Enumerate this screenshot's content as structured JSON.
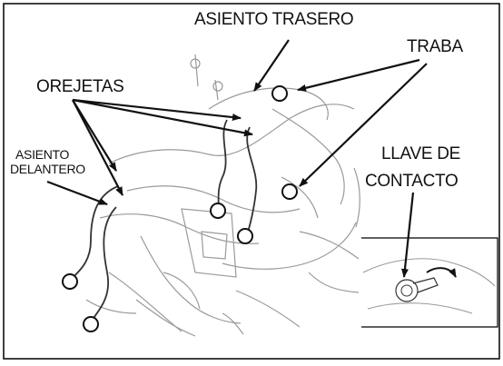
{
  "labels": {
    "rear_seat": "ASIENTO TRASERO",
    "latch": "TRABA",
    "tabs": "OREJETAS",
    "front_seat_line1": "ASIENTO",
    "front_seat_line2": "DELANTERO",
    "ignition_line1": "LLAVE DE",
    "ignition_line2": "CONTACTO"
  },
  "colors": {
    "ink": "#111111",
    "sketch": "#9a9a9a",
    "frame": "#000000"
  }
}
